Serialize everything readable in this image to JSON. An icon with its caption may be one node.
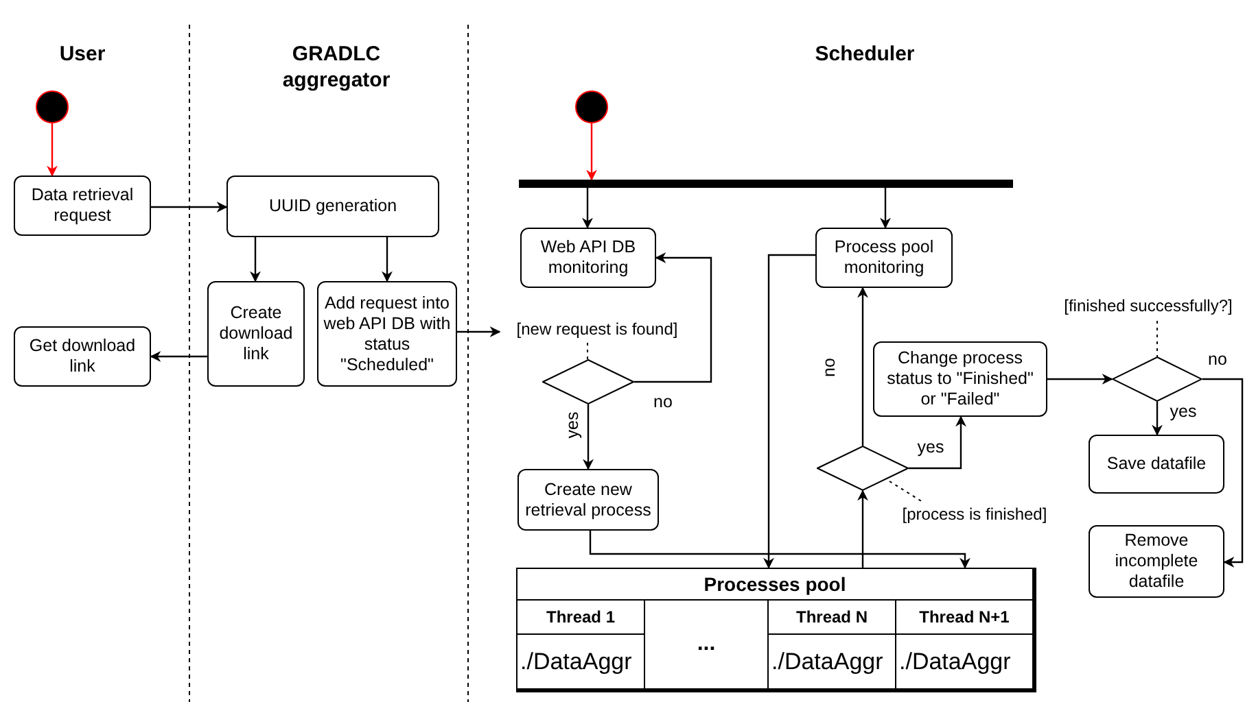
{
  "diagram": {
    "nodes": [
      {
        "text": [],
        "shape": "circle"
      },
      {
        "text": [
          "Data retrieval request"
        ]
      },
      {
        "text": [
          "UUID generation"
        ]
      },
      {
        "text": [
          "Create download link"
        ]
      },
      {
        "text": [
          "Add request into web API DB with status \"Scheduled\""
        ]
      },
      {
        "text": [
          "Get download link"
        ]
      },
      {
        "text": [],
        "shape": "circle"
      },
      {
        "text": [],
        "shape": "bar"
      },
      {
        "text": [
          "Web API DB monitoring"
        ]
      },
      {
        "text": [],
        "shape": "diamond",
        "beside": [
          "[new request is found]"
        ]
      },
      {
        "text": [
          "Create new retrieval process"
        ]
      },
      {
        "text": [
          "Process pool monitoring"
        ]
      },
      {
        "text": [],
        "shape": "diamond",
        "beside": [
          "[process is finished]"
        ]
      },
      {
        "text": [
          "Change process status to \"Finished\" or \"Failed\""
        ]
      },
      {
        "text": [],
        "shape": "diamond",
        "beside": [
          "[finished successfully?]"
        ]
      },
      {
        "text": [
          "Save datafile"
        ]
      },
      {
        "text": [
          "Remove incomplete datafile"
        ]
      },
      {
        "text": [
          "Processes pool"
        ]
      }
    ],
    "edges": [
      {
        "from": 0,
        "to": 1,
        "arrow": "to",
        "color": "#ff0000"
      },
      {
        "from": 1,
        "to": 2,
        "arrow": "to"
      },
      {
        "from": 2,
        "to": 3,
        "arrow": "to"
      },
      {
        "from": 2,
        "to": 4,
        "arrow": "to"
      },
      {
        "from": 3,
        "to": 5,
        "arrow": "to"
      },
      {
        "from": 4,
        "to": 9,
        "arrow": "to"
      },
      {
        "from": 6,
        "to": 7,
        "arrow": "to",
        "color": "#ff0000"
      },
      {
        "from": 7,
        "to": 8,
        "arrow": "to"
      },
      {
        "from": 7,
        "to": 11,
        "arrow": "to"
      },
      {
        "from": 9,
        "to": 8,
        "arrow": "to",
        "label": "no"
      },
      {
        "from": 9,
        "to": 10,
        "arrow": "to",
        "label": "yes"
      },
      {
        "from": 10,
        "to": 17,
        "arrow": "to"
      },
      {
        "from": 11,
        "to": 17,
        "arrow": "to"
      },
      {
        "from": 17,
        "to": 12,
        "arrow": "to"
      },
      {
        "from": 12,
        "to": 11,
        "arrow": "to",
        "label": "no"
      },
      {
        "from": 12,
        "to": 13,
        "arrow": "to",
        "label": "yes"
      },
      {
        "from": 13,
        "to": 14,
        "arrow": "to"
      },
      {
        "from": 14,
        "to": 15,
        "arrow": "to",
        "label": "yes"
      },
      {
        "from": 14,
        "to": 16,
        "arrow": "to",
        "label": "no"
      }
    ],
    "labels": [
      "User",
      "GRADLC aggregator",
      "Scheduler",
      "Thread 1",
      "...",
      "Thread N",
      "Thread N+1",
      "./DataAggr",
      "./DataAggr",
      "./DataAggr"
    ]
  }
}
